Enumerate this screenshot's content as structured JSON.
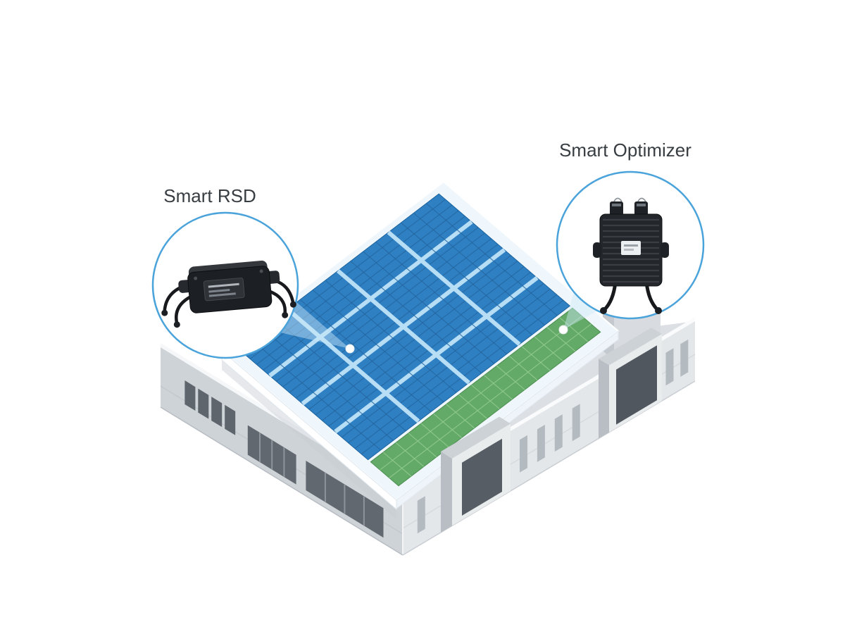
{
  "diagram": {
    "type": "isometric-building-with-solar-roof",
    "callouts": [
      {
        "id": "smart-rsd",
        "label": "Smart RSD"
      },
      {
        "id": "smart-optimizer",
        "label": "Smart Optimizer"
      }
    ],
    "colors": {
      "callout_ring": "#4aa3da",
      "label_text": "#383d42",
      "panel_blue": "#2f80c3",
      "panel_line": "#24669f",
      "panel_divider": "#b7def5",
      "green_roof": "#63a967",
      "green_line": "#8fc98f",
      "roof_frame": "#f0f7fc",
      "wall_left": "#ced3d8",
      "wall_right": "#e4e7ea",
      "device_black": "#1c1f23",
      "beam": "#cfe8f8"
    }
  }
}
